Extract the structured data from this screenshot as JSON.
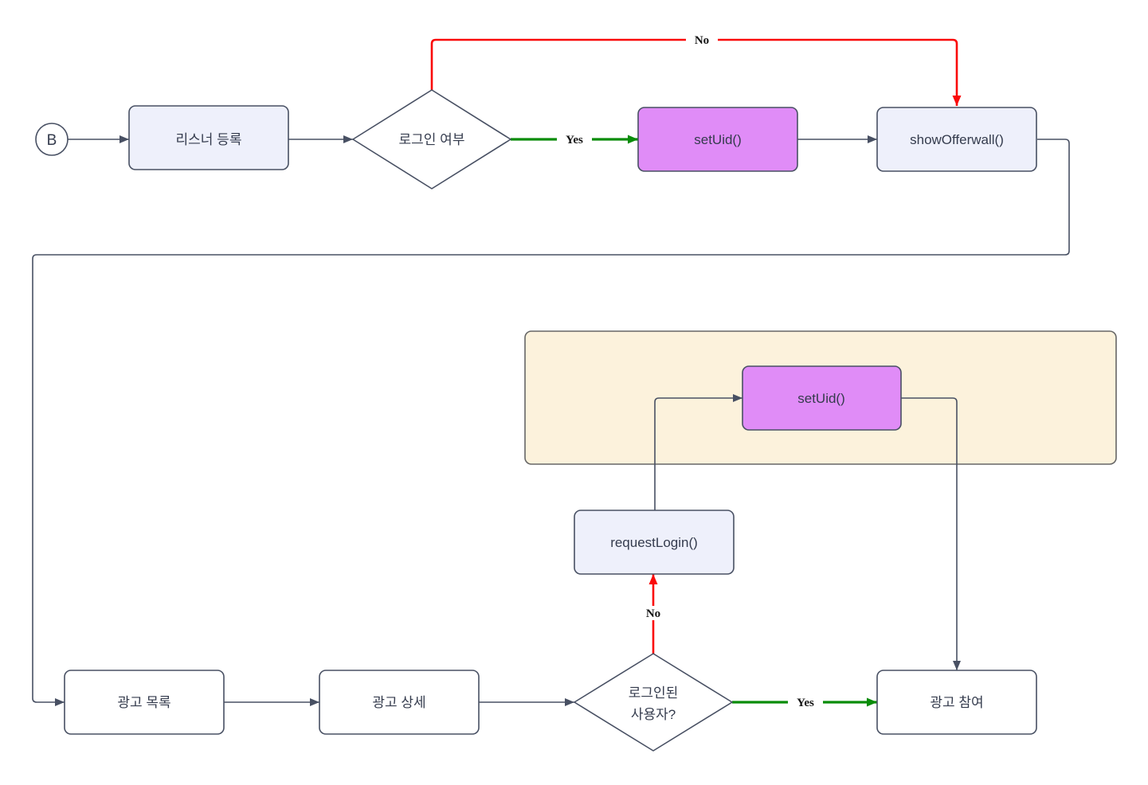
{
  "diagram": {
    "type": "flowchart",
    "start": {
      "label": "B"
    },
    "nodes": {
      "listener_register": {
        "label": "리스너 등록",
        "kind": "process"
      },
      "login_check": {
        "label": "로그인 여부",
        "kind": "decision"
      },
      "set_uid_top": {
        "label": "setUid()",
        "kind": "process-highlight"
      },
      "show_offerwall": {
        "label": "showOfferwall()",
        "kind": "process"
      },
      "set_uid_group": {
        "label": "setUid()",
        "kind": "process-highlight"
      },
      "request_login": {
        "label": "requestLogin()",
        "kind": "process"
      },
      "ad_list": {
        "label": "광고 목록",
        "kind": "process"
      },
      "ad_detail": {
        "label": "광고 상세",
        "kind": "process"
      },
      "logged_in_check": {
        "label_line1": "로그인된",
        "label_line2": "사용자?",
        "kind": "decision"
      },
      "ad_participate": {
        "label": "광고 참여",
        "kind": "process"
      }
    },
    "edge_labels": {
      "no_top": "No",
      "yes_top": "Yes",
      "no_bottom": "No",
      "yes_bottom": "Yes"
    },
    "colors": {
      "lavender_fill": "#eef0fb",
      "purple_fill": "#e08cf7",
      "white_fill": "#ffffff",
      "beige_fill": "#fcf2dc",
      "shape_stroke": "#485063",
      "container_stroke": "#666666",
      "edge_stroke": "#485063",
      "yes_green": "#0a8c0a",
      "no_red": "#fa0a0a"
    }
  }
}
